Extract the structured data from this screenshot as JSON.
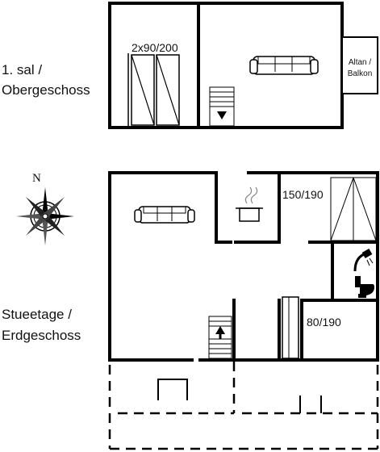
{
  "floors": {
    "upper": {
      "line1": "1. sal /",
      "line2": "Obergeschoss"
    },
    "ground": {
      "line1": "Stueetage /",
      "line2": "Erdgeschoss"
    }
  },
  "rooms": {
    "beds": "2x90/200",
    "balcony_line1": "Altan /",
    "balcony_line2": "Balkon",
    "bedroom_large": "150/190",
    "bedroom_small": "80/190"
  },
  "compass": {
    "north": "N"
  },
  "icons": [
    "sofa-icon",
    "stairs-icon",
    "stove-icon",
    "shower-icon",
    "toilet-icon",
    "compass-icon",
    "bed-icon"
  ]
}
